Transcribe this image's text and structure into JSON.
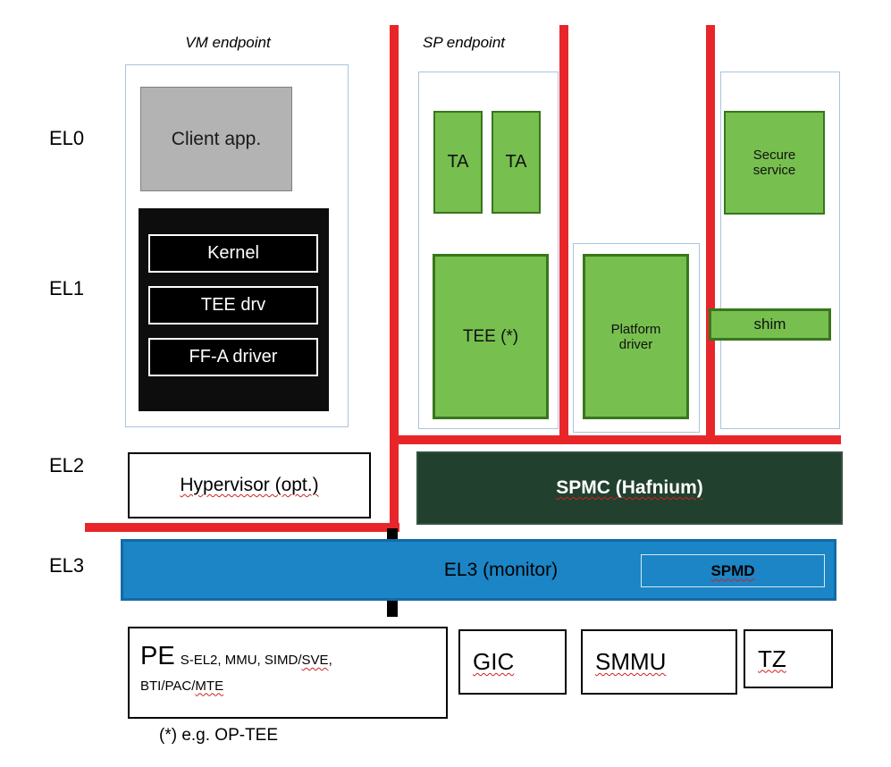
{
  "titles": {
    "vm_endpoint": "VM endpoint",
    "sp_endpoint": "SP endpoint"
  },
  "el_labels": {
    "el0": "EL0",
    "el1": "EL1",
    "el2": "EL2",
    "el3": "EL3"
  },
  "vm": {
    "client_app": "Client app.",
    "kernel": "Kernel",
    "tee_drv": "TEE drv",
    "ffa_driver": "FF-A driver",
    "hypervisor": "Hypervisor (opt.)"
  },
  "sp": {
    "ta_1": "TA",
    "ta_2": "TA",
    "tee": "TEE (*)",
    "platform_driver": "Platform driver",
    "secure_service": "Secure service",
    "shim": "shim"
  },
  "firmware": {
    "spmc": "SPMC (Hafnium)",
    "el3_monitor": "EL3 (monitor)",
    "spmd": "SPMD"
  },
  "hardware": {
    "pe": "PE",
    "pe_feat_1a": "S-EL2, MMU, SIMD/",
    "pe_feat_1b": "SVE",
    "pe_feat_1c": ",",
    "pe_feat_2a": "BTI/PAC/",
    "pe_feat_2b": "MTE",
    "gic": "GIC",
    "smmu": "SMMU",
    "tz": "TZ"
  },
  "footnote": "(*) e.g. OP-TEE",
  "colors": {
    "green_fill": "#77bf4f",
    "green_border": "#38761d",
    "spmc_fill": "#21402e",
    "el3_blue_fill": "#1b85c6",
    "red_line": "#e8262a",
    "gray_fill": "#b3b3b3",
    "container_border": "#a9c4de"
  }
}
